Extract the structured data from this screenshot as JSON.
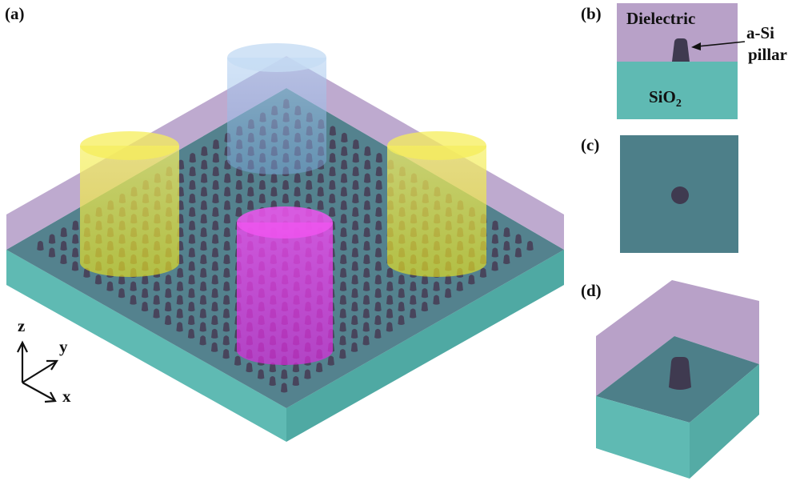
{
  "panels": {
    "a": {
      "label": "(a)"
    },
    "b": {
      "label": "(b)",
      "dielectric": "Dielectric",
      "substrate": "SiO",
      "substrate_sub": "2",
      "pillar_line1": "a-Si",
      "pillar_line2": "pillar"
    },
    "c": {
      "label": "(c)"
    },
    "d": {
      "label": "(d)"
    }
  },
  "axes": {
    "z": "z",
    "y": "y",
    "x": "x"
  },
  "colors": {
    "dielectric": "#b7a2c6",
    "substrate_top": "#4f7e88",
    "substrate_side": "#5fb8b1",
    "pillar": "#3f3a50",
    "beam_yellow": "#f2ec2a",
    "beam_blue": "#8fb6e6",
    "beam_magenta": "#e637e8"
  }
}
